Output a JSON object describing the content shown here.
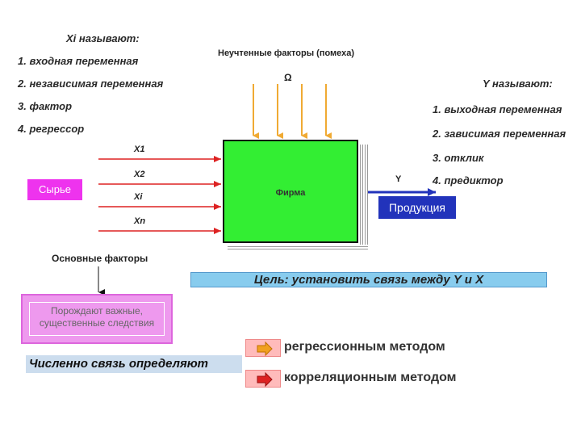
{
  "xi": {
    "title": "Xi называют:",
    "items": [
      "1. входная переменная",
      "2. независимая переменная",
      "3. фактор",
      "4. регрессор"
    ]
  },
  "yi": {
    "title": "Y называют:",
    "items": [
      "1. выходная переменная",
      "2. зависимая переменная",
      "3. отклик",
      "4. предиктор"
    ]
  },
  "noise": {
    "label": "Неучтенные факторы (помеха)",
    "symbol": "Ω"
  },
  "inputs": [
    "X1",
    "X2",
    "Xi",
    "Xn"
  ],
  "output_label": "Y",
  "firm_label": "Фирма",
  "raw_label": "Сырье",
  "product_label": "Продукция",
  "main_factors": "Основные факторы",
  "goal": "Цель: установить связь между Y и X",
  "consequence": {
    "line1": "Порождают важные,",
    "line2": "существенные следствия"
  },
  "numeric": "Численно связь определяют",
  "methods": [
    "регрессионным методом",
    "корреляционным методом"
  ],
  "colors": {
    "firm": "#33ee33",
    "arrows": "#f0aa33",
    "inputs": "#dd2222",
    "output": "#2233bb",
    "raw": "#ee33ee",
    "goal": "#88ccee"
  }
}
